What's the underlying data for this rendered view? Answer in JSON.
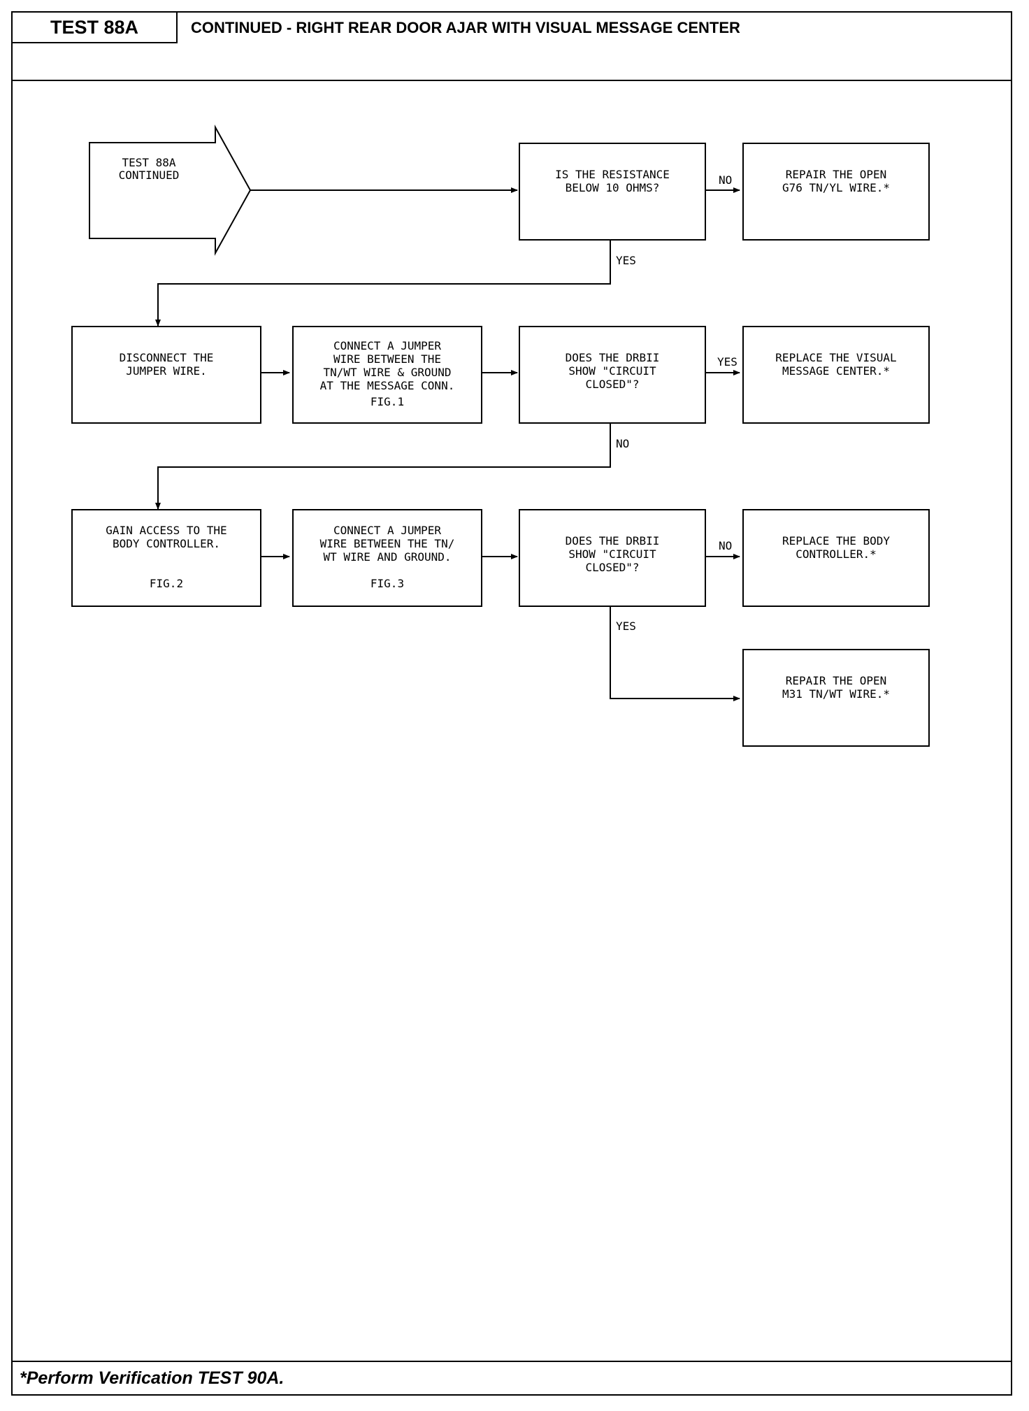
{
  "header": {
    "test_id": "TEST 88A",
    "title": "CONTINUED - RIGHT REAR DOOR AJAR WITH VISUAL MESSAGE CENTER"
  },
  "flow": {
    "start": "TEST 88A\nCONTINUED",
    "q1": "IS THE RESISTANCE\nBELOW 10 OHMS?",
    "q1_no": "NO",
    "repair_g76": "REPAIR THE OPEN\nG76 TN/YL WIRE.*",
    "q1_yes": "YES",
    "disconnect": "DISCONNECT THE\nJUMPER WIRE.",
    "connect_jumper_1": "CONNECT A JUMPER\nWIRE BETWEEN THE\nTN/WT WIRE & GROUND\nAT THE MESSAGE CONN.",
    "connect_jumper_1_fig": "FIG.1",
    "q2": "DOES THE DRBII\nSHOW \"CIRCUIT\nCLOSED\"?",
    "q2_yes": "YES",
    "replace_vmc": "REPLACE THE VISUAL\nMESSAGE CENTER.*",
    "q2_no": "NO",
    "gain_access": "GAIN ACCESS TO THE\nBODY CONTROLLER.",
    "gain_access_fig": "FIG.2",
    "connect_jumper_2": "CONNECT A JUMPER\nWIRE BETWEEN THE TN/\nWT WIRE AND GROUND.",
    "connect_jumper_2_fig": "FIG.3",
    "q3": "DOES THE DRBII\nSHOW \"CIRCUIT\nCLOSED\"?",
    "q3_no": "NO",
    "replace_bc": "REPLACE THE BODY\nCONTROLLER.*",
    "q3_yes": "YES",
    "repair_m31": "REPAIR THE OPEN\nM31 TN/WT WIRE.*"
  },
  "footer": {
    "note": "*Perform Verification TEST 90A."
  }
}
